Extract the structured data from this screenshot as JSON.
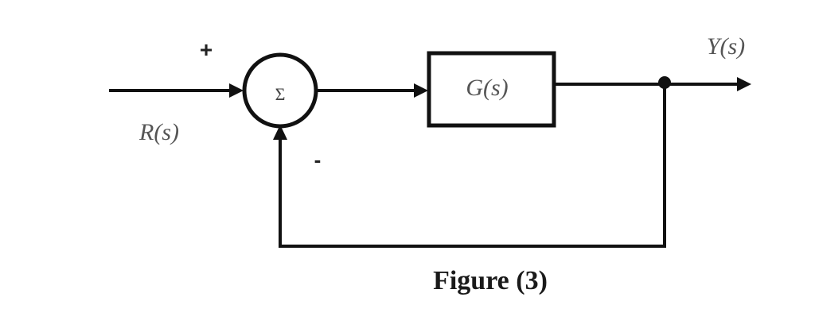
{
  "diagram": {
    "input_label": "R(s)",
    "output_label": "Y(s)",
    "summing_symbol": "Σ",
    "plus_sign": "+",
    "minus_sign": "-",
    "block_label": "G(s)",
    "caption": "Figure (3)"
  },
  "colors": {
    "line": "#111111",
    "italic_text": "#555555",
    "caption_text": "#1a1a1a"
  }
}
